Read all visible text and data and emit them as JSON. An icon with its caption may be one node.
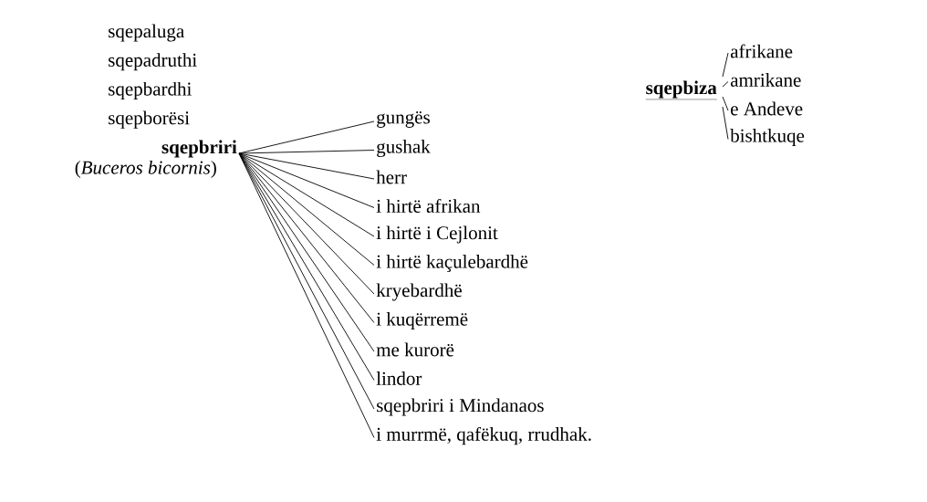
{
  "diagram": {
    "nodes": [
      {
        "text": [
          "sqepbriri"
        ],
        "beside": [
          "(*Buceros bicornis*)"
        ]
      },
      {
        "text": [
          "gungës"
        ]
      },
      {
        "text": [
          "gushak"
        ]
      },
      {
        "text": [
          "herr"
        ]
      },
      {
        "text": [
          "i hirtë afrikan"
        ]
      },
      {
        "text": [
          "i hirtë i Cejlonit"
        ]
      },
      {
        "text": [
          "i hirtë kaçulebardhë"
        ]
      },
      {
        "text": [
          "kryebardhë"
        ]
      },
      {
        "text": [
          "i kuqërremë"
        ]
      },
      {
        "text": [
          "me kurorë"
        ]
      },
      {
        "text": [
          "lindor"
        ]
      },
      {
        "text": [
          "sqepbriri i Mindanaos"
        ]
      },
      {
        "text": [
          "i murrmë, qafëkuq, rrudhak."
        ]
      },
      {
        "text": [
          "sqepbiza"
        ]
      },
      {
        "text": [
          "afrikane"
        ]
      },
      {
        "text": [
          "amrikane"
        ]
      },
      {
        "text": [
          "e Andeve"
        ]
      },
      {
        "text": [
          "bishtkuqe"
        ]
      }
    ],
    "edges": [
      {
        "from": 0,
        "to": 1,
        "arrow": "none"
      },
      {
        "from": 0,
        "to": 2,
        "arrow": "none"
      },
      {
        "from": 0,
        "to": 3,
        "arrow": "none"
      },
      {
        "from": 0,
        "to": 4,
        "arrow": "none"
      },
      {
        "from": 0,
        "to": 5,
        "arrow": "none"
      },
      {
        "from": 0,
        "to": 6,
        "arrow": "none"
      },
      {
        "from": 0,
        "to": 7,
        "arrow": "none"
      },
      {
        "from": 0,
        "to": 8,
        "arrow": "none"
      },
      {
        "from": 0,
        "to": 9,
        "arrow": "none"
      },
      {
        "from": 0,
        "to": 10,
        "arrow": "none"
      },
      {
        "from": 0,
        "to": 11,
        "arrow": "none"
      },
      {
        "from": 0,
        "to": 12,
        "arrow": "none"
      },
      {
        "from": 13,
        "to": 14,
        "arrow": "none"
      },
      {
        "from": 13,
        "to": 15,
        "arrow": "none"
      },
      {
        "from": 13,
        "to": 16,
        "arrow": "none"
      },
      {
        "from": 13,
        "to": 17,
        "arrow": "none"
      }
    ],
    "labels": [
      "sqepaluga",
      "sqepadruthi",
      "sqepbardhi",
      "sqepborësi"
    ]
  }
}
